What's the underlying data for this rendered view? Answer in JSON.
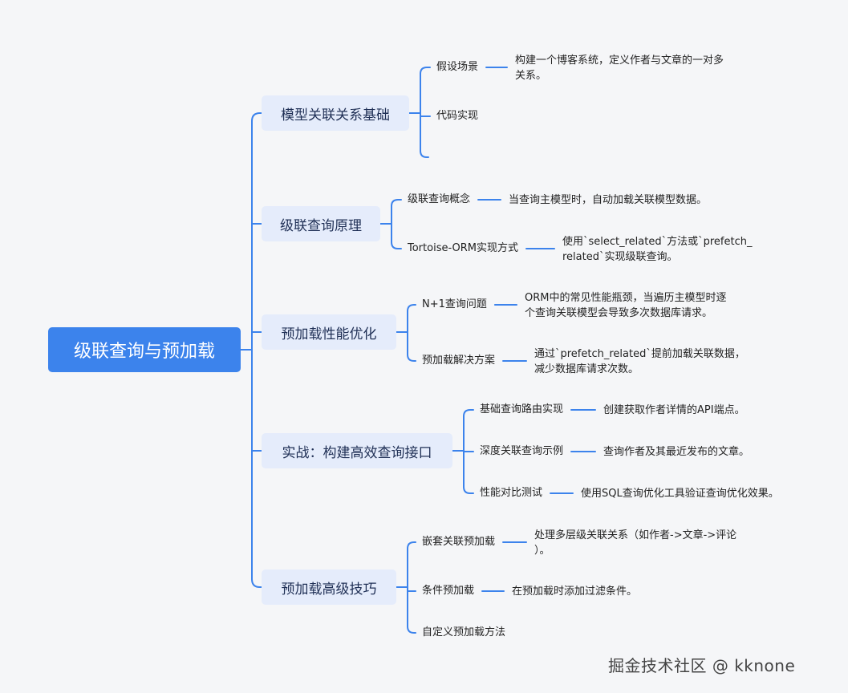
{
  "root": {
    "label": "级联查询与预加载"
  },
  "branches": [
    {
      "label": "模型关联关系基础",
      "children": [
        {
          "label": "假设场景",
          "desc_lines": [
            "构建一个博客系统，定义作者与文章的一对多",
            "关系。"
          ]
        },
        {
          "label": "代码实现",
          "desc_lines": []
        },
        {
          "label": "",
          "desc_lines": []
        }
      ]
    },
    {
      "label": "级联查询原理",
      "children": [
        {
          "label": "级联查询概念",
          "desc_lines": [
            "当查询主模型时，自动加载关联模型数据。"
          ]
        },
        {
          "label": "Tortoise-ORM实现方式",
          "desc_lines": [
            "使用`select_related`方法或`prefetch_",
            "related`实现级联查询。"
          ]
        }
      ]
    },
    {
      "label": "预加载性能优化",
      "children": [
        {
          "label": "N+1查询问题",
          "desc_lines": [
            "ORM中的常见性能瓶颈，当遍历主模型时逐",
            "个查询关联模型会导致多次数据库请求。"
          ]
        },
        {
          "label": "预加载解决方案",
          "desc_lines": [
            "通过`prefetch_related`提前加载关联数据，",
            "减少数据库请求次数。"
          ]
        }
      ]
    },
    {
      "label": "实战：构建高效查询接口",
      "children": [
        {
          "label": "基础查询路由实现",
          "desc_lines": [
            "创建获取作者详情的API端点。"
          ]
        },
        {
          "label": "深度关联查询示例",
          "desc_lines": [
            "查询作者及其最近发布的文章。"
          ]
        },
        {
          "label": "性能对比测试",
          "desc_lines": [
            "使用SQL查询优化工具验证查询优化效果。"
          ]
        }
      ]
    },
    {
      "label": "预加载高级技巧",
      "children": [
        {
          "label": "嵌套关联预加载",
          "desc_lines": [
            "处理多层级关联关系（如作者->文章->评论",
            "）。"
          ]
        },
        {
          "label": "条件预加载",
          "desc_lines": [
            "在预加载时添加过滤条件。"
          ]
        },
        {
          "label": "自定义预加载方法",
          "desc_lines": []
        }
      ]
    }
  ],
  "watermark": "掘金技术社区 @ kknone",
  "colors": {
    "root_bg": "#3c83ec",
    "branch_bg": "#e5ecfb",
    "line": "#3c83ec",
    "background": "#f5f6f8"
  }
}
